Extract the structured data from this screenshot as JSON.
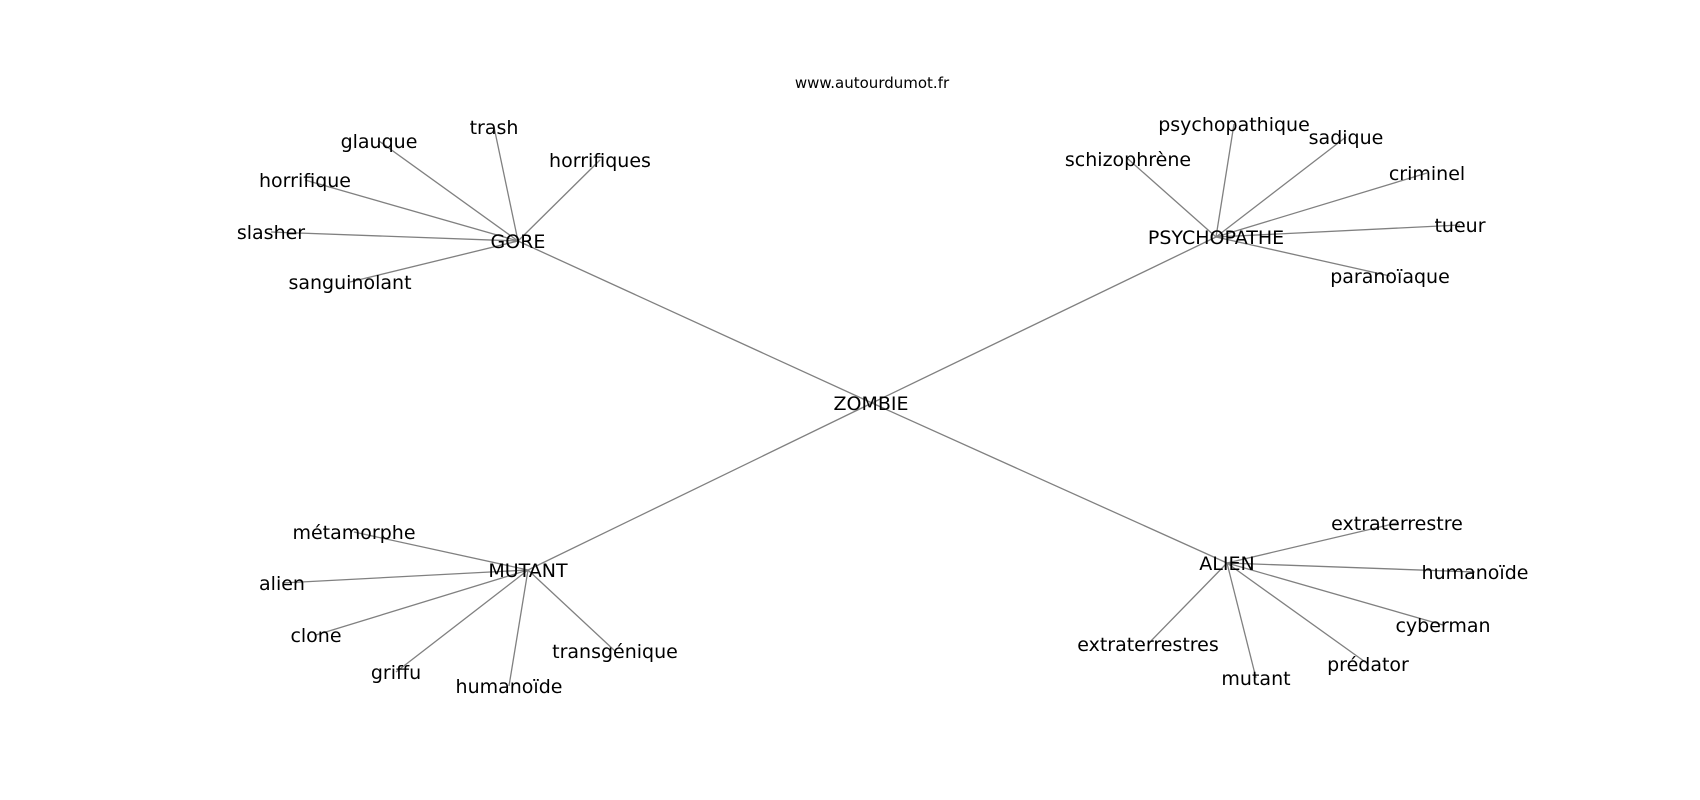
{
  "source_text": "www.autourdumot.fr",
  "center": {
    "word": "ZOMBIE"
  },
  "clusters": [
    {
      "word": "GORE",
      "leaves": [
        "trash",
        "glauque",
        "horrifique",
        "slasher",
        "sanguinolant",
        "horrifiques"
      ]
    },
    {
      "word": "PSYCHOPATHE",
      "leaves": [
        "psychopathique",
        "sadique",
        "schizophrène",
        "criminel",
        "tueur",
        "paranoïaque"
      ]
    },
    {
      "word": "MUTANT",
      "leaves": [
        "métamorphe",
        "alien",
        "clone",
        "griffu",
        "humanoïde",
        "transgénique"
      ]
    },
    {
      "word": "ALIEN",
      "leaves": [
        "extraterrestre",
        "humanoïde",
        "cyberman",
        "prédator",
        "mutant",
        "extraterrestres"
      ]
    }
  ]
}
